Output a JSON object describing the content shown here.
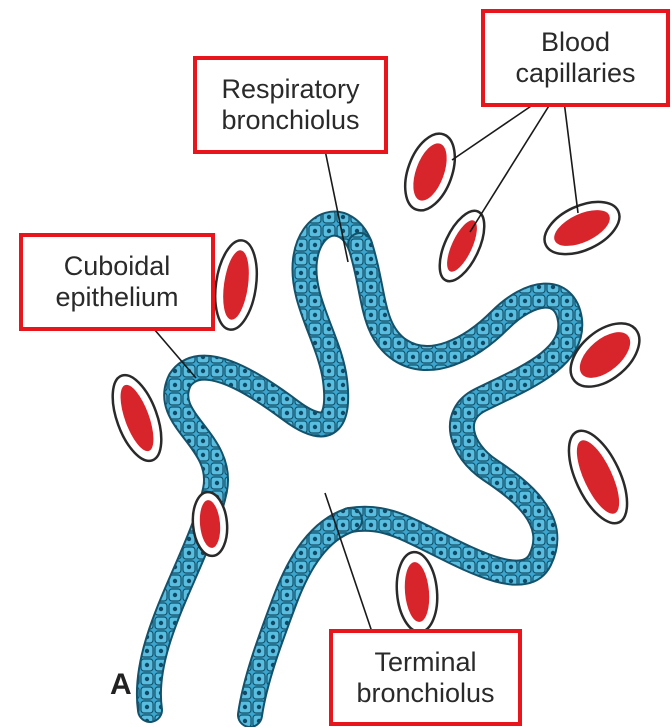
{
  "labels": {
    "respiratory": "Respiratory\nbronchiolus",
    "blood": "Blood\ncapillaries",
    "cuboidal": "Cuboidal\nepithelium",
    "terminal": "Terminal\nbronchiolus"
  },
  "panel_letter": "A",
  "colors": {
    "box_border": "#e8151c",
    "epithelium_fill": "#3aa6cf",
    "epithelium_stroke": "#14526b",
    "cell_nucleus": "#0f4a66",
    "capillary_fill": "#d8242b",
    "capillary_outline": "#2a2a2a",
    "text": "#2a2a2a"
  }
}
